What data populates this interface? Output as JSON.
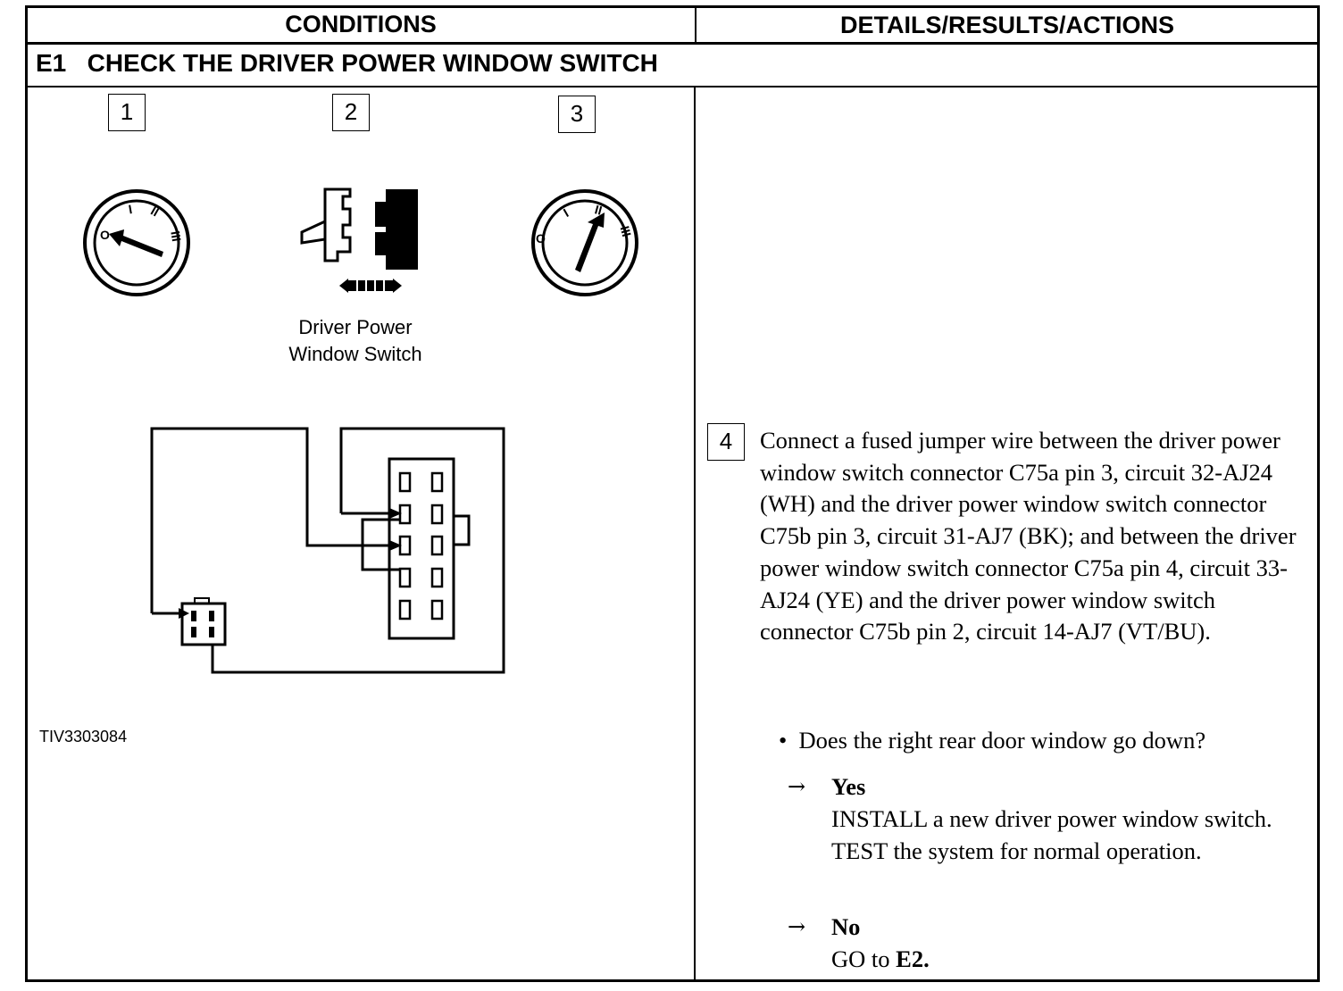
{
  "header": {
    "conditions": "CONDITIONS",
    "details": "DETAILS/RESULTS/ACTIONS"
  },
  "section": {
    "id": "E1",
    "title": "CHECK THE DRIVER POWER WINDOW SWITCH"
  },
  "figure": {
    "step1": "1",
    "step2": "2",
    "step3": "3",
    "ignition_positions": [
      "O",
      "I",
      "II",
      "III"
    ],
    "caption_line1": "Driver Power",
    "caption_line2": "Window Switch",
    "figure_id": "TIV3303084"
  },
  "step4": {
    "number": "4",
    "text": "Connect a fused jumper wire between the driver power window switch connector C75a pin 3, circuit 32-AJ24 (WH) and the driver power window switch connector C75b pin 3, circuit 31-AJ7 (BK); and between the driver power window switch connector C75a pin 4, circuit 33-AJ24 (YE) and the driver power window switch connector C75b pin 2, circuit 14-AJ7 (VT/BU).",
    "question_bullet": "•",
    "question": "Does the right rear door window go down?",
    "arrow": "→",
    "yes_label": "Yes",
    "yes_text": "INSTALL a new driver power window switch. TEST the system for normal operation.",
    "no_label": "No",
    "no_text_prefix": "GO to",
    "no_text_target": "E2."
  }
}
